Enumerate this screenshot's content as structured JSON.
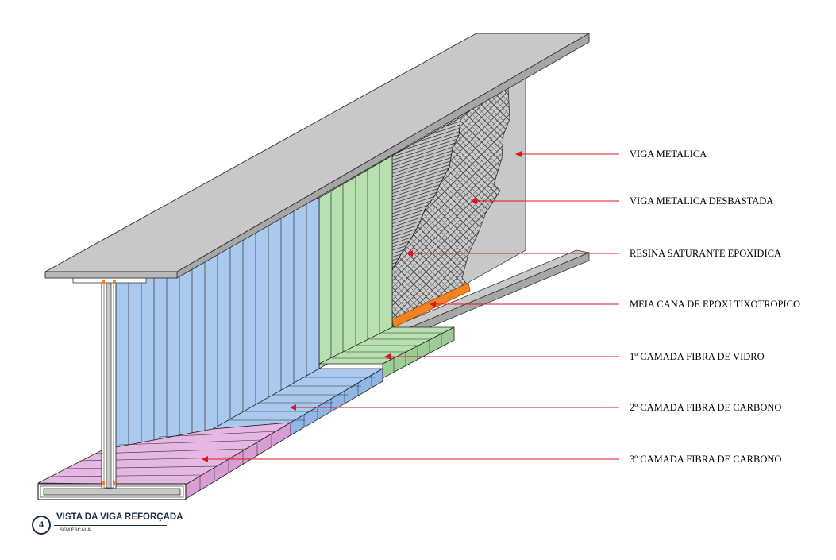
{
  "labels": [
    {
      "id": "viga-metalica",
      "text": "VIGA METALICA"
    },
    {
      "id": "viga-metalica-desbastada",
      "text": "VIGA METALICA DESBASTADA"
    },
    {
      "id": "resina-saturante",
      "text": "RESINA SATURANTE EPOXIDICA"
    },
    {
      "id": "meia-cana",
      "text": "MEIA CANA DE EPOXI TIXOTROPICO"
    },
    {
      "id": "camada-1",
      "text": "1º CAMADA FIBRA DE VIDRO"
    },
    {
      "id": "camada-2",
      "text": "2º CAMADA FIBRA DE CARBONO"
    },
    {
      "id": "camada-3",
      "text": "3º CAMADA FIBRA DE CARBONO"
    }
  ],
  "view": {
    "number": "4",
    "title": "VISTA DA VIGA REFORÇADA",
    "scale": "SEM ESCALA"
  },
  "colors": {
    "steel": "#c8c8c8",
    "steel_dark": "#a6a6a6",
    "glass_fiber": "#b8dfb0",
    "carbon_1": "#a9c9ef",
    "carbon_2": "#e7b7e3",
    "epoxy_fillet": "#f58220",
    "leader": "#e0141c",
    "title": "#1b2f4a"
  }
}
